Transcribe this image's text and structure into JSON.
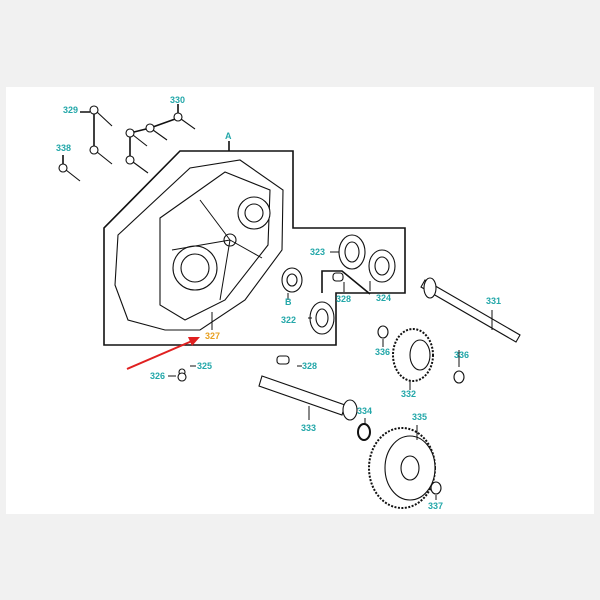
{
  "diagram": {
    "group_labels": {
      "A": "A",
      "B": "B"
    },
    "parts": {
      "p322": "322",
      "p323": "323",
      "p324": "324",
      "p325": "325",
      "p326": "326",
      "p327": "327",
      "p328a": "328",
      "p328b": "328",
      "p329": "329",
      "p330": "330",
      "p331": "331",
      "p332": "332",
      "p333": "333",
      "p334": "334",
      "p335": "335",
      "p336a": "336",
      "p336b": "336",
      "p337": "337",
      "p338": "338"
    },
    "highlighted_part": "327",
    "colors": {
      "label": "#23a7a9",
      "highlight": "#e8a020",
      "arrow": "#e02020"
    }
  }
}
